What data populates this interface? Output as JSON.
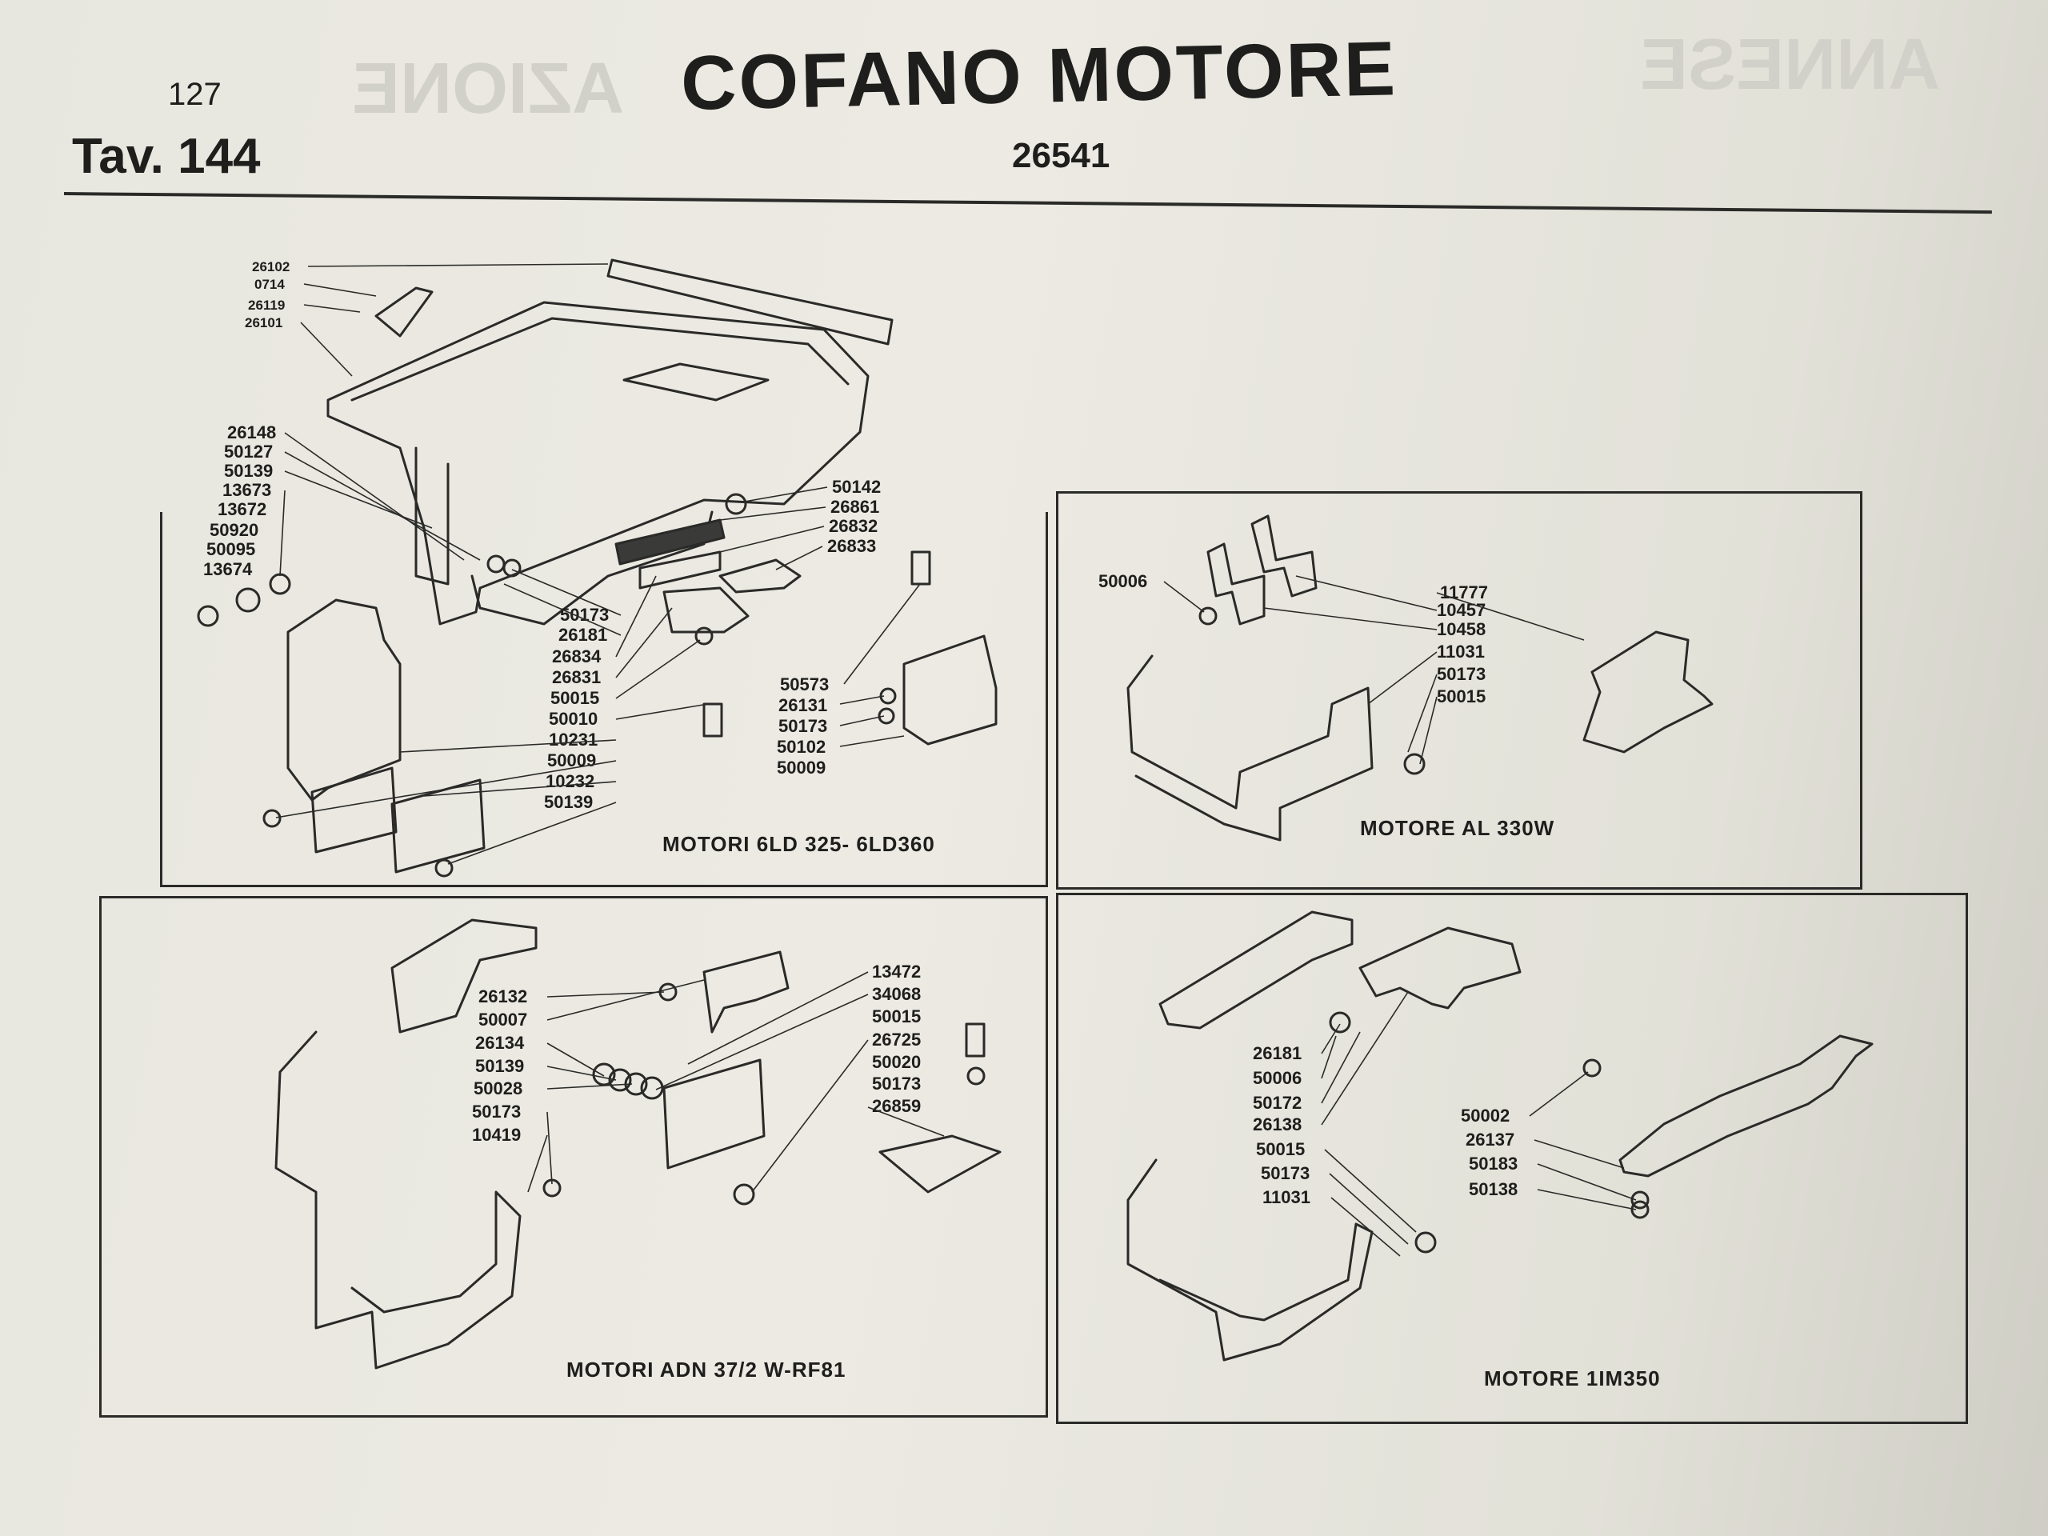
{
  "header": {
    "page_number": "127",
    "table_ref": "Tav. 144",
    "title": "COFANO MOTORE",
    "code": "26541"
  },
  "panels": [
    {
      "caption": "MOTORI 6LD 325- 6LD360",
      "part_numbers": [
        "26102",
        "0714",
        "26119",
        "26101",
        "26148",
        "50127",
        "50139",
        "13673",
        "13672",
        "50920",
        "50095",
        "13674",
        "50142",
        "26861",
        "26832",
        "26833",
        "50173",
        "26181",
        "26834",
        "26831",
        "50015",
        "50010",
        "10231",
        "50009",
        "10232",
        "50139",
        "50573",
        "26131",
        "50173",
        "50102",
        "50009"
      ]
    },
    {
      "caption": "MOTORE AL 330W",
      "part_numbers": [
        "50006",
        "11777",
        "10457",
        "10458",
        "11031",
        "50173",
        "50015"
      ]
    },
    {
      "caption": "MOTORI ADN 37/2 W-RF81",
      "part_numbers": [
        "26132",
        "50007",
        "26134",
        "50139",
        "50028",
        "50173",
        "10419",
        "13472",
        "34068",
        "50015",
        "26725",
        "50020",
        "50173",
        "26859"
      ]
    },
    {
      "caption": "MOTORE 1IM350",
      "part_numbers": [
        "26181",
        "50006",
        "50172",
        "26138",
        "50015",
        "50173",
        "11031",
        "50002",
        "26137",
        "50183",
        "50138"
      ]
    }
  ]
}
